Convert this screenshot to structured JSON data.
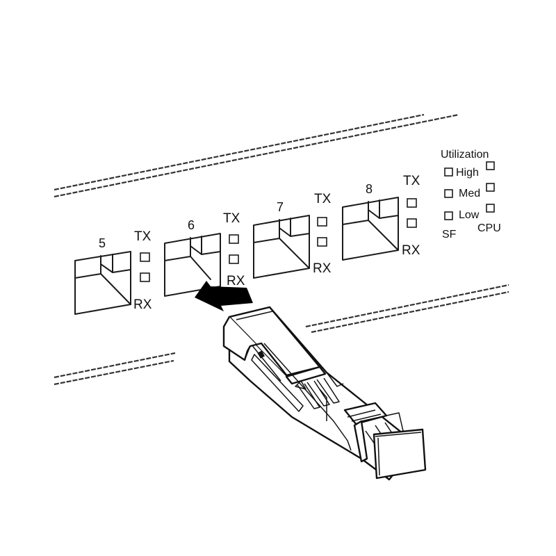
{
  "diagram": {
    "description": "Installing an SFP transceiver module into a switch port",
    "ports": [
      {
        "number": "5",
        "tx_label": "TX",
        "rx_label": "RX"
      },
      {
        "number": "6",
        "tx_label": "TX",
        "rx_label": "RX"
      },
      {
        "number": "7",
        "tx_label": "TX",
        "rx_label": "RX"
      },
      {
        "number": "8",
        "tx_label": "TX",
        "rx_label": "RX"
      }
    ],
    "utilization_panel": {
      "title": "Utilization",
      "levels": [
        "High",
        "Med",
        "Low"
      ],
      "left_column_label": "SF",
      "right_column_label": "CPU"
    },
    "insert_arrow": {
      "direction": "into port 6",
      "color": "#000000"
    },
    "module": {
      "name": "SFP transceiver"
    }
  }
}
